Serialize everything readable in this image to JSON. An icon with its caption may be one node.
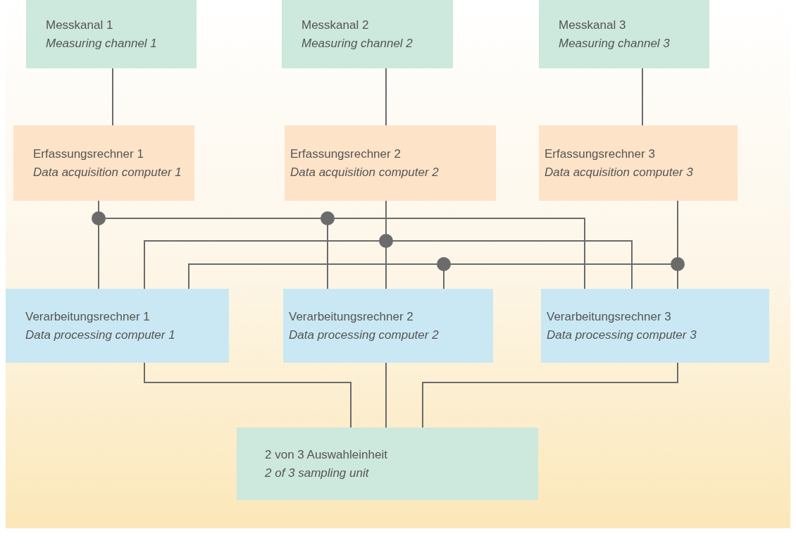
{
  "diagram": {
    "nodes": [
      {
        "text": [
          "Messkanal 1",
          "Measuring channel 1"
        ]
      },
      {
        "text": [
          "Messkanal 2",
          "Measuring channel 2"
        ]
      },
      {
        "text": [
          "Messkanal 3",
          "Measuring channel 3"
        ]
      },
      {
        "text": [
          "Erfassungsrechner 1",
          "Data acquisition computer 1"
        ]
      },
      {
        "text": [
          "Erfassungsrechner 2",
          "Data acquisition computer 2"
        ]
      },
      {
        "text": [
          "Erfassungsrechner 3",
          "Data acquisition computer 3"
        ]
      },
      {
        "text": [
          "Verarbeitungsrechner 1",
          "Data processing computer 1"
        ]
      },
      {
        "text": [
          "Verarbeitungsrechner 2",
          "Data processing computer 2"
        ]
      },
      {
        "text": [
          "Verarbeitungsrechner 3",
          "Data processing computer 3"
        ]
      },
      {
        "text": [
          "2 von 3 Auswahleinheit",
          "2 of 3 sampling unit"
        ]
      }
    ],
    "edges": [
      {
        "from": 0,
        "to": 3,
        "arrow": "none"
      },
      {
        "from": 1,
        "to": 4,
        "arrow": "none"
      },
      {
        "from": 2,
        "to": 5,
        "arrow": "none"
      },
      {
        "from": 3,
        "to": 6,
        "arrow": "none"
      },
      {
        "from": 3,
        "to": 7,
        "arrow": "none"
      },
      {
        "from": 3,
        "to": 8,
        "arrow": "none"
      },
      {
        "from": 4,
        "to": 6,
        "arrow": "none"
      },
      {
        "from": 4,
        "to": 7,
        "arrow": "none"
      },
      {
        "from": 4,
        "to": 8,
        "arrow": "none"
      },
      {
        "from": 5,
        "to": 6,
        "arrow": "none"
      },
      {
        "from": 5,
        "to": 7,
        "arrow": "none"
      },
      {
        "from": 5,
        "to": 8,
        "arrow": "none"
      },
      {
        "from": 6,
        "to": 9,
        "arrow": "none"
      },
      {
        "from": 7,
        "to": 9,
        "arrow": "none"
      },
      {
        "from": 8,
        "to": 9,
        "arrow": "none"
      }
    ]
  }
}
